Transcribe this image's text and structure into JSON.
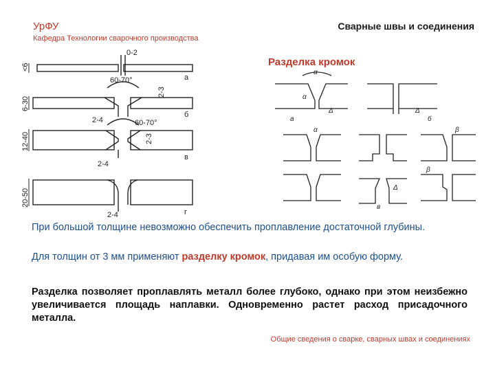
{
  "header": {
    "org": "УрФУ",
    "department": "Кафедра Технологии сварочного производства",
    "slide_title": "Сварные швы и соединения"
  },
  "section_title": "Разделка кромок",
  "left_figure": {
    "thickness_labels": [
      "<6",
      "6-30",
      "12-40",
      "20-50"
    ],
    "gap_label": "0-2",
    "angle_label_1": "60-70°",
    "angle_label_2": "60-70°",
    "root_face_1": "2-3",
    "root_face_2": "2-3",
    "gap_1": "2-4",
    "gap_2": "2-4",
    "gap_3": "2-4",
    "variant_letters": [
      "а",
      "б",
      "в",
      "г"
    ]
  },
  "right_figure": {
    "letters": [
      "α",
      "α",
      "Δ",
      "Δ",
      "а",
      "б",
      "α",
      "β",
      "β",
      "Δ",
      "в"
    ]
  },
  "body": {
    "p1": "При большой толщине невозможно обеспечить проплавление достаточной глубины.",
    "p2_before": "Для толщин от 3 мм применяют ",
    "p2_highlight": "разделку кромок",
    "p2_after": ", придавая им особую форму.",
    "p3": "Разделка позволяет проплавлять металл более глубоко, однако при этом неизбежно увеличивается площадь наплавки. Одновременно растет расход присадочного металла."
  },
  "footer": "Общие сведения о сварке, сварных швах и соединениях"
}
